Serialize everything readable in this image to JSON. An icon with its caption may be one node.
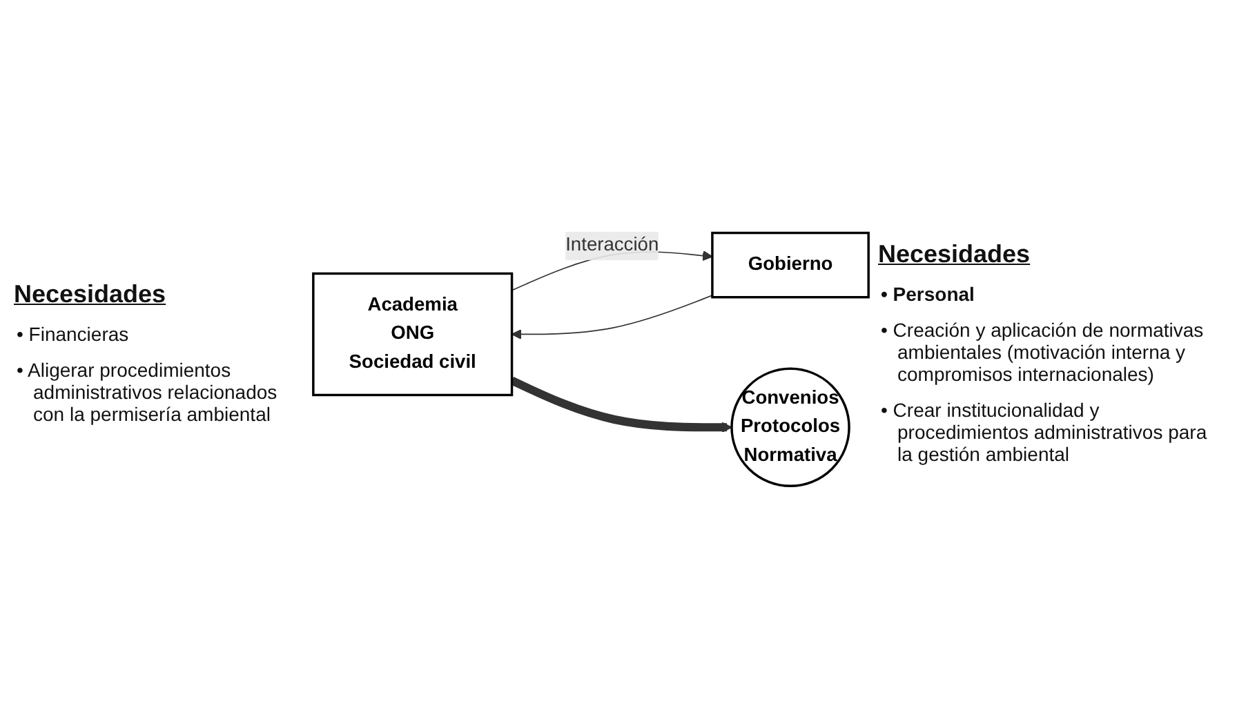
{
  "diagram": {
    "nodes": [
      {
        "text": [
          "Academia",
          "ONG",
          "Sociedad civil"
        ]
      },
      {
        "text": [
          "Gobierno"
        ]
      },
      {
        "text": [
          "Convenios",
          "Protocolos",
          "Normativa"
        ]
      }
    ],
    "edges": [
      {
        "from": 0,
        "to": 1,
        "arrow": "to",
        "label": "Interacción"
      },
      {
        "from": 1,
        "to": 0,
        "arrow": "to"
      },
      {
        "from": 0,
        "to": 2,
        "arrow": "to",
        "style": "thick"
      }
    ],
    "labels": [
      "Necesidades",
      "• Financieras",
      "• Aligerar procedimientos administrativos relacionados con la permisería ambiental",
      "Necesidades",
      "• Personal",
      "• Creación y aplicación de normativas ambientales (motivación interna y compromisos internacionales)",
      "• Crear institucionalidad y procedimientos administrativos para la gestión ambiental"
    ]
  }
}
